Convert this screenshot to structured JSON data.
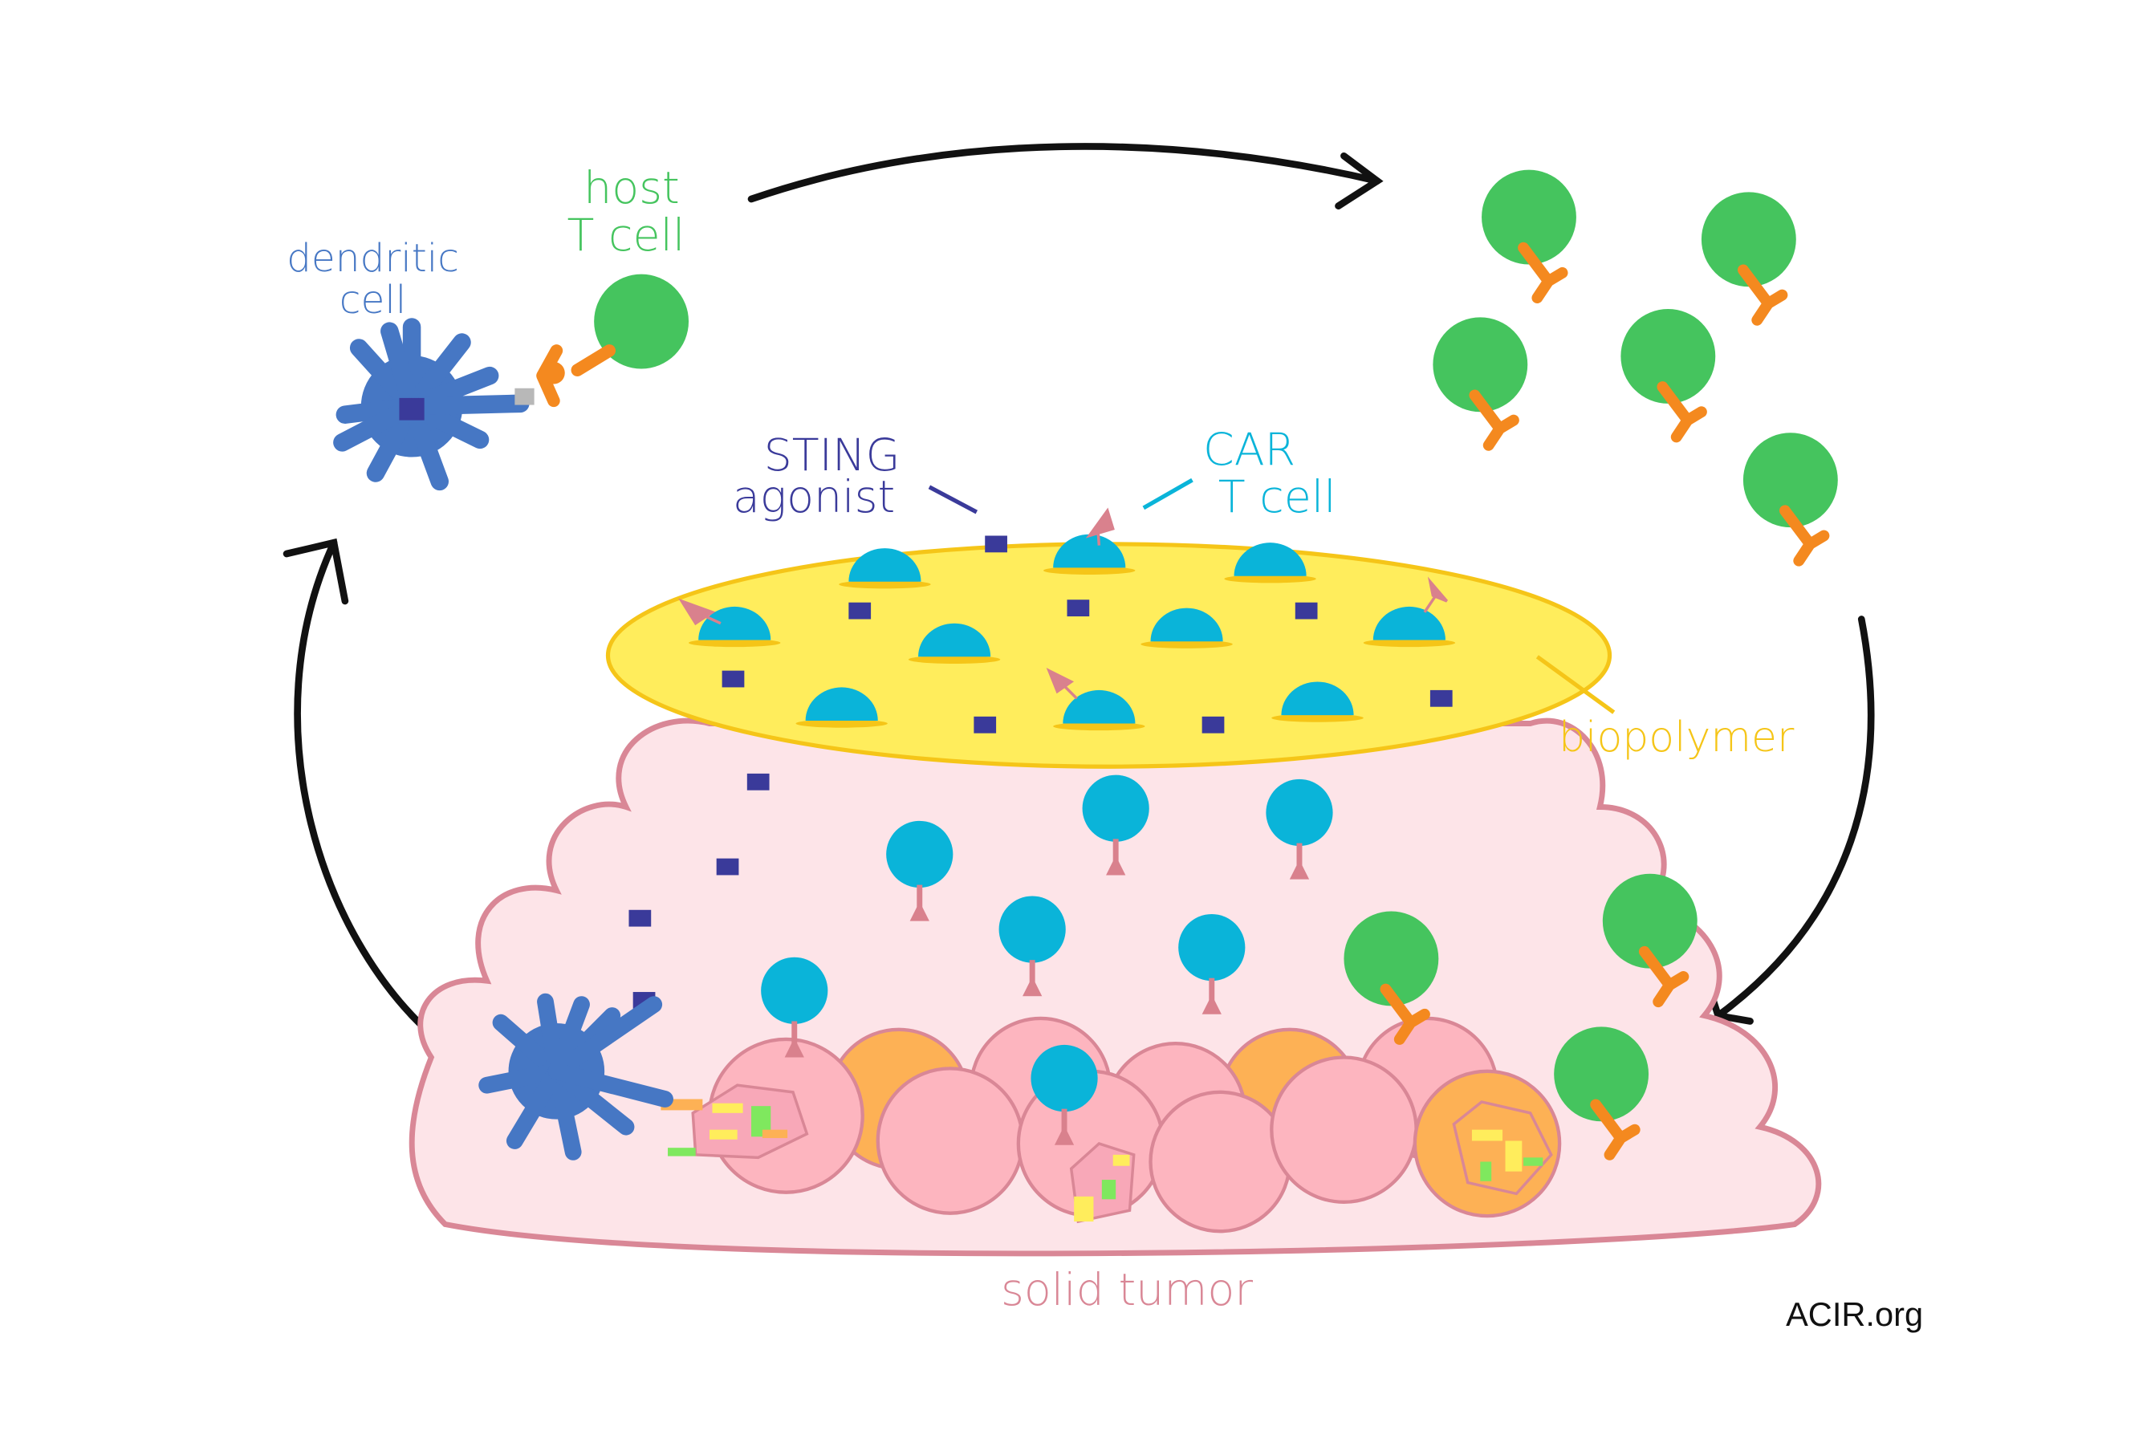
{
  "labels": {
    "dendritic_line1": "dendritic",
    "dendritic_line2": "cell",
    "host_line1": "host",
    "host_line2": "T cell",
    "sting_line1": "STING",
    "sting_line2": "agonist",
    "car_line1": "CAR",
    "car_line2": "T cell",
    "biopolymer": "biopolymer",
    "solid_tumor": "solid tumor",
    "credit": "ACIR.org"
  },
  "colors": {
    "dendritic": "#4677c4",
    "host_tcell": "#45c45e",
    "receptor": "#f4891f",
    "car_tcell": "#0ab4d9",
    "car_receptor": "#d9818d",
    "sting_agonist": "#3a3a9a",
    "biopolymer_fill": "#ffed5c",
    "biopolymer_edge": "#f5c518",
    "tumor_fill": "#fde4e8",
    "tumor_edge": "#d98796",
    "tumor_cell": "#fdb5bf",
    "tumor_cell_orange": "#fdb155",
    "sting_label": "#3a3a9a",
    "car_label": "#0ab4d9",
    "biopolymer_label": "#f5c518",
    "tumor_label": "#d98796",
    "arrow": "#111111"
  },
  "icons": [
    "dendritic-cell-icon",
    "host-t-cell-icon",
    "car-t-cell-icon",
    "sting-agonist-icon",
    "cycle-arrow-icon"
  ]
}
